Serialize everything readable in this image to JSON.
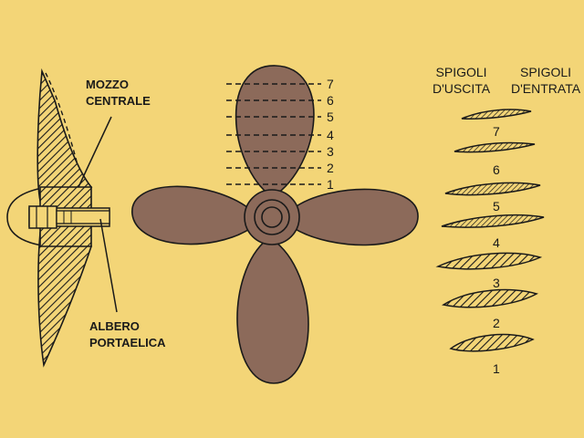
{
  "side_view": {
    "label_hub_line1": "MOZZO",
    "label_hub_line2": "CENTRALE",
    "label_shaft_line1": "ALBERO",
    "label_shaft_line2": "PORTAELICA"
  },
  "front_view": {
    "section_numbers": [
      "7",
      "6",
      "5",
      "4",
      "3",
      "2",
      "1"
    ]
  },
  "sections": {
    "header_left_line1": "SPIGOLI",
    "header_left_line2": "D'USCITA",
    "header_right_line1": "SPIGOLI",
    "header_right_line2": "D'ENTRATA",
    "profile_numbers": [
      "7",
      "6",
      "5",
      "4",
      "3",
      "2",
      "1"
    ]
  },
  "colors": {
    "background": "#f3d577",
    "blade_fill": "#8c6a5a",
    "ink": "#1a1a1a"
  }
}
